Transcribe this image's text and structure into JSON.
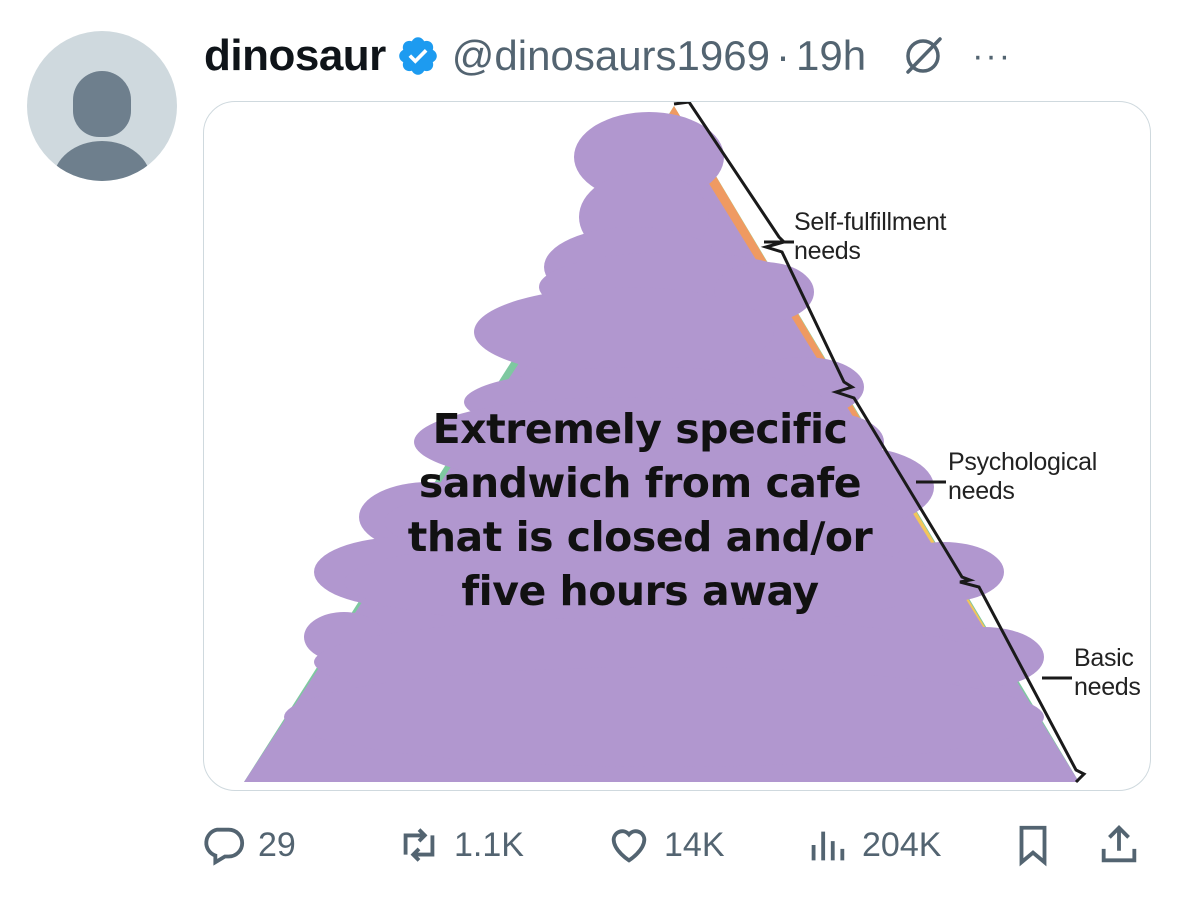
{
  "user": {
    "display_name": "dinosaur",
    "handle": "@dinosaurs1969",
    "separator": "·",
    "time": "19h",
    "verified": true,
    "avatar": "default-avatar-icon"
  },
  "header_icons": {
    "grok": "grok-icon",
    "more": "···"
  },
  "meme": {
    "center_text": "Extremely specific sandwich from cafe that is closed and/or five hours away",
    "labels": {
      "self_fulfillment": "Self-fulfillment needs",
      "psychological": "Psychological needs",
      "basic": "Basic needs"
    }
  },
  "actions": {
    "replies": "29",
    "reposts": "1.1K",
    "likes": "14K",
    "views": "204K"
  },
  "colors": {
    "accent_verified": "#1d9bf0",
    "muted_text": "#536471",
    "scribble_purple": "#b197cf"
  }
}
